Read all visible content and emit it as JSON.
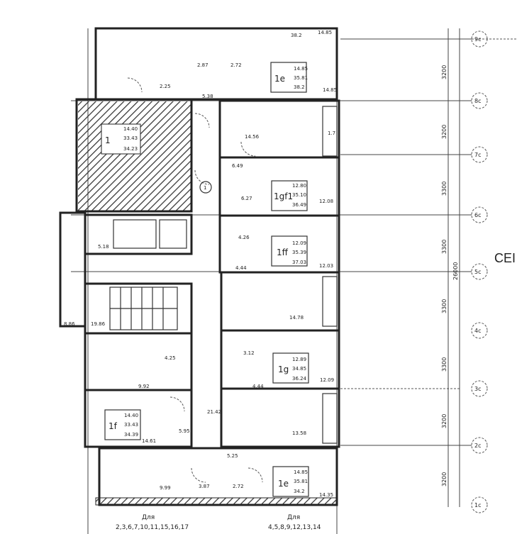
{
  "apartments": [
    {
      "type": "1e",
      "living": "14.85",
      "area": "35.81",
      "total": "38.2"
    },
    {
      "type": "1",
      "living": "14.40",
      "area": "33.43",
      "total": "34.23"
    },
    {
      "type": "1gf1",
      "living": "12.80",
      "area": "35.10",
      "total": "36.49"
    },
    {
      "type": "1ff",
      "living": "12.09",
      "area": "35.39",
      "total": "37.03"
    },
    {
      "type": "1g",
      "living": "12.89",
      "area": "34.85",
      "total": "36.24"
    },
    {
      "type": "1f",
      "living": "14.40",
      "area": "33.43",
      "total": "34.39"
    },
    {
      "type": "1e",
      "living": "14.85",
      "area": "35.81",
      "total": "34.2"
    }
  ],
  "room_areas": {
    "top_total": "38.2",
    "top_room": "14.85",
    "r287": "2.87",
    "r272": "2.72",
    "r225": "2.25",
    "r538": "5.38",
    "r1485b": "14.85",
    "r1456": "14.56",
    "r17": "1.7",
    "r649": "6.49",
    "r627": "6.27",
    "r1208": "12.08",
    "r426": "4.26",
    "r444": "4.44",
    "r1203": "12.03",
    "r518": "5.18",
    "r1478": "14.78",
    "r886": "8.86",
    "r1986": "19.86",
    "r312": "3.12",
    "r425": "4.25",
    "r1209": "12.09",
    "r444b": "4.44",
    "r992": "9.92",
    "r1461": "14.61",
    "r595": "5.95",
    "r2142": "21.42",
    "r1358": "13.58",
    "r999": "9.99",
    "r387": "3.87",
    "r272b": "2.72",
    "r525": "5.25",
    "r1435": "14.35"
  },
  "stair_circle_label": "1",
  "axes": [
    "9c",
    "8c",
    "7c",
    "6c",
    "5c",
    "4c",
    "3c",
    "2c",
    "1c"
  ],
  "dimensions": [
    "3200",
    "3200",
    "3300",
    "3300",
    "3300",
    "3300",
    "3200",
    "3200"
  ],
  "total_dimension": "26000",
  "section_label": "CEI",
  "notes": [
    {
      "title": "Для",
      "floors": "2,3,6,7,10,11,15,16,17"
    },
    {
      "title": "Для",
      "floors": "4,5,8,9,12,13,14"
    }
  ]
}
